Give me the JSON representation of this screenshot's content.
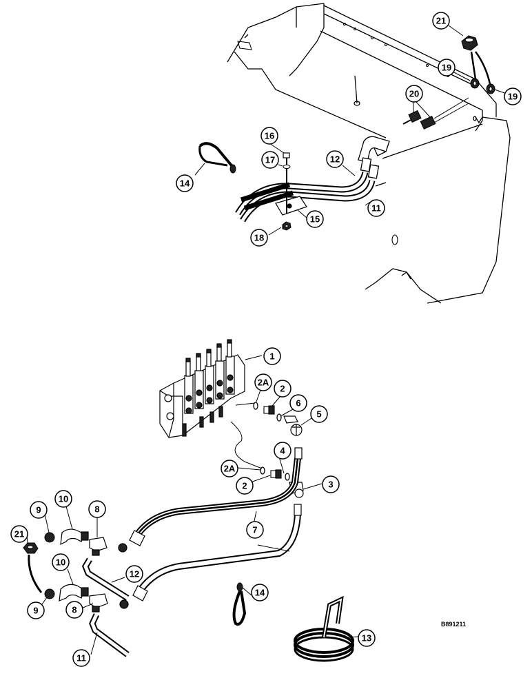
{
  "drawing_code": "B891211",
  "callouts": {
    "c21_top": "21",
    "c19_a": "19",
    "c19_b": "19",
    "c20": "20",
    "c16": "16",
    "c17": "17",
    "c12_top": "12",
    "c14_top": "14",
    "c15": "15",
    "c11_top": "11",
    "c18": "18",
    "c1": "1",
    "c2a_a": "2A",
    "c2_a": "2",
    "c6": "6",
    "c5": "5",
    "c4": "4",
    "c2a_b": "2A",
    "c2_b": "2",
    "c3": "3",
    "c7": "7",
    "c9_a": "9",
    "c10_a": "10",
    "c8_a": "8",
    "c21_bot": "21",
    "c10_b": "10",
    "c12_bot": "12",
    "c9_b": "9",
    "c8_b": "8",
    "c14_bot": "14",
    "c13": "13",
    "c11_bot": "11"
  },
  "colors": {
    "ink": "#000000",
    "paper": "#ffffff"
  }
}
